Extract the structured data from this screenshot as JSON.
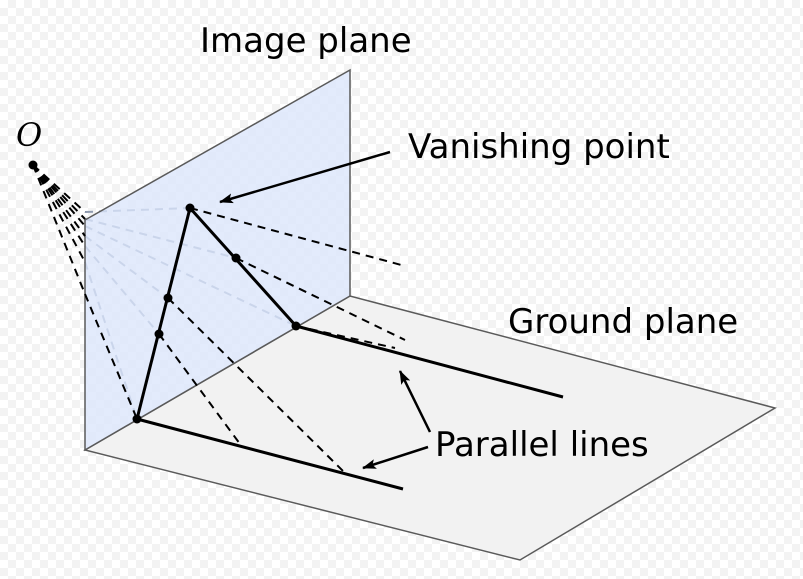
{
  "labels": {
    "observer": "O",
    "image_plane": "Image plane",
    "vanishing_point": "Vanishing point",
    "ground_plane": "Ground plane",
    "parallel_lines": "Parallel lines"
  },
  "colors": {
    "image_plane_fill": "#dbe6fb",
    "image_plane_stroke": "#5a5a5a",
    "ground_plane_fill": "#f2f2f2",
    "ground_plane_stroke": "#5a5a5a",
    "solid_line": "#000000",
    "dashed_front": "#000000",
    "dashed_behind_plane": "#8f9bb0"
  }
}
